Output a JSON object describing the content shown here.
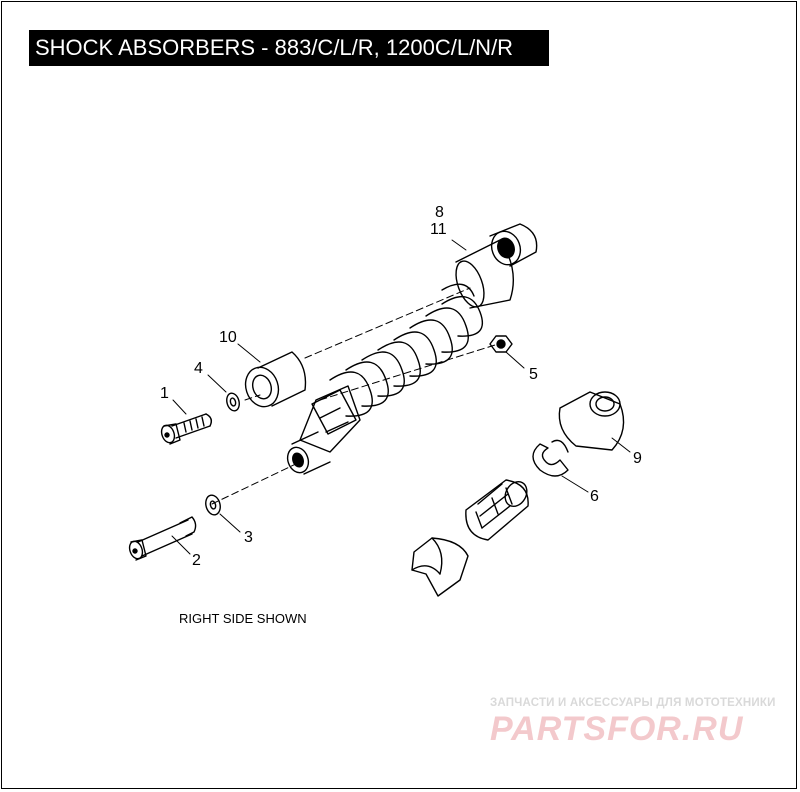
{
  "title": "SHOCK ABSORBERS - 883/C/L/R, 1200C/L/N/R",
  "caption": "RIGHT SIDE SHOWN",
  "callouts": {
    "c1": "1",
    "c2": "2",
    "c3": "3",
    "c4": "4",
    "c5": "5",
    "c6": "6",
    "c8": "8",
    "c9": "9",
    "c10": "10",
    "c11": "11"
  },
  "watermark": {
    "tagline": "ЗАПЧАСТИ И АКСЕССУАРЫ ДЛЯ МОТОТЕХНИКИ",
    "logo": "PARTSFOR.RU"
  },
  "colors": {
    "ink": "#000000",
    "paper": "#ffffff",
    "watermark": "#f3c9cc"
  }
}
